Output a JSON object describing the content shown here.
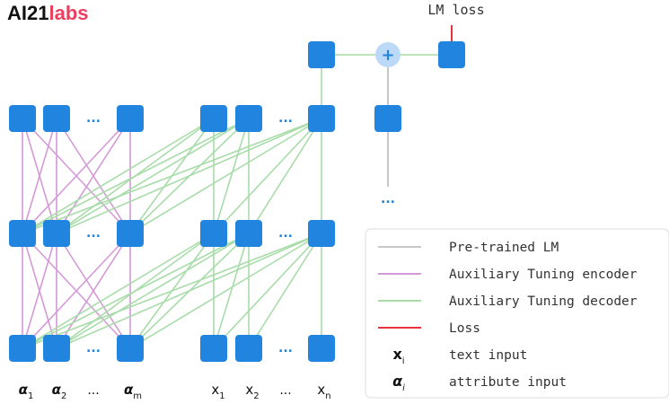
{
  "logo": {
    "prefix": "AI21",
    "suffix": "labs"
  },
  "top_label": "LM loss",
  "plus_symbol": "+",
  "ellipsis": "...",
  "bottom_labels": {
    "alpha_sym": "α",
    "x_sym": "x",
    "sub_1": "1",
    "sub_2": "2",
    "sub_m": "m",
    "sub_n": "n",
    "sub_i": "i",
    "dots": "..."
  },
  "legend": {
    "items": [
      {
        "type": "line",
        "color": "#c8c8c8",
        "label": "Pre-trained LM"
      },
      {
        "type": "line",
        "color": "#d49ad8",
        "label": "Auxiliary Tuning encoder"
      },
      {
        "type": "line",
        "color": "#a8dca9",
        "label": "Auxiliary Tuning decoder"
      },
      {
        "type": "line",
        "color": "#e8333b",
        "label": "Loss"
      },
      {
        "type": "symbol",
        "symbol": "x",
        "label": "text input"
      },
      {
        "type": "symbol",
        "symbol": "α",
        "label": "attribute input"
      }
    ]
  },
  "colors": {
    "node": "#2185e0",
    "pretrained": "#c8c8c8",
    "encoder": "#d49ad8",
    "decoder": "#a8dca9",
    "loss": "#e8333b"
  }
}
